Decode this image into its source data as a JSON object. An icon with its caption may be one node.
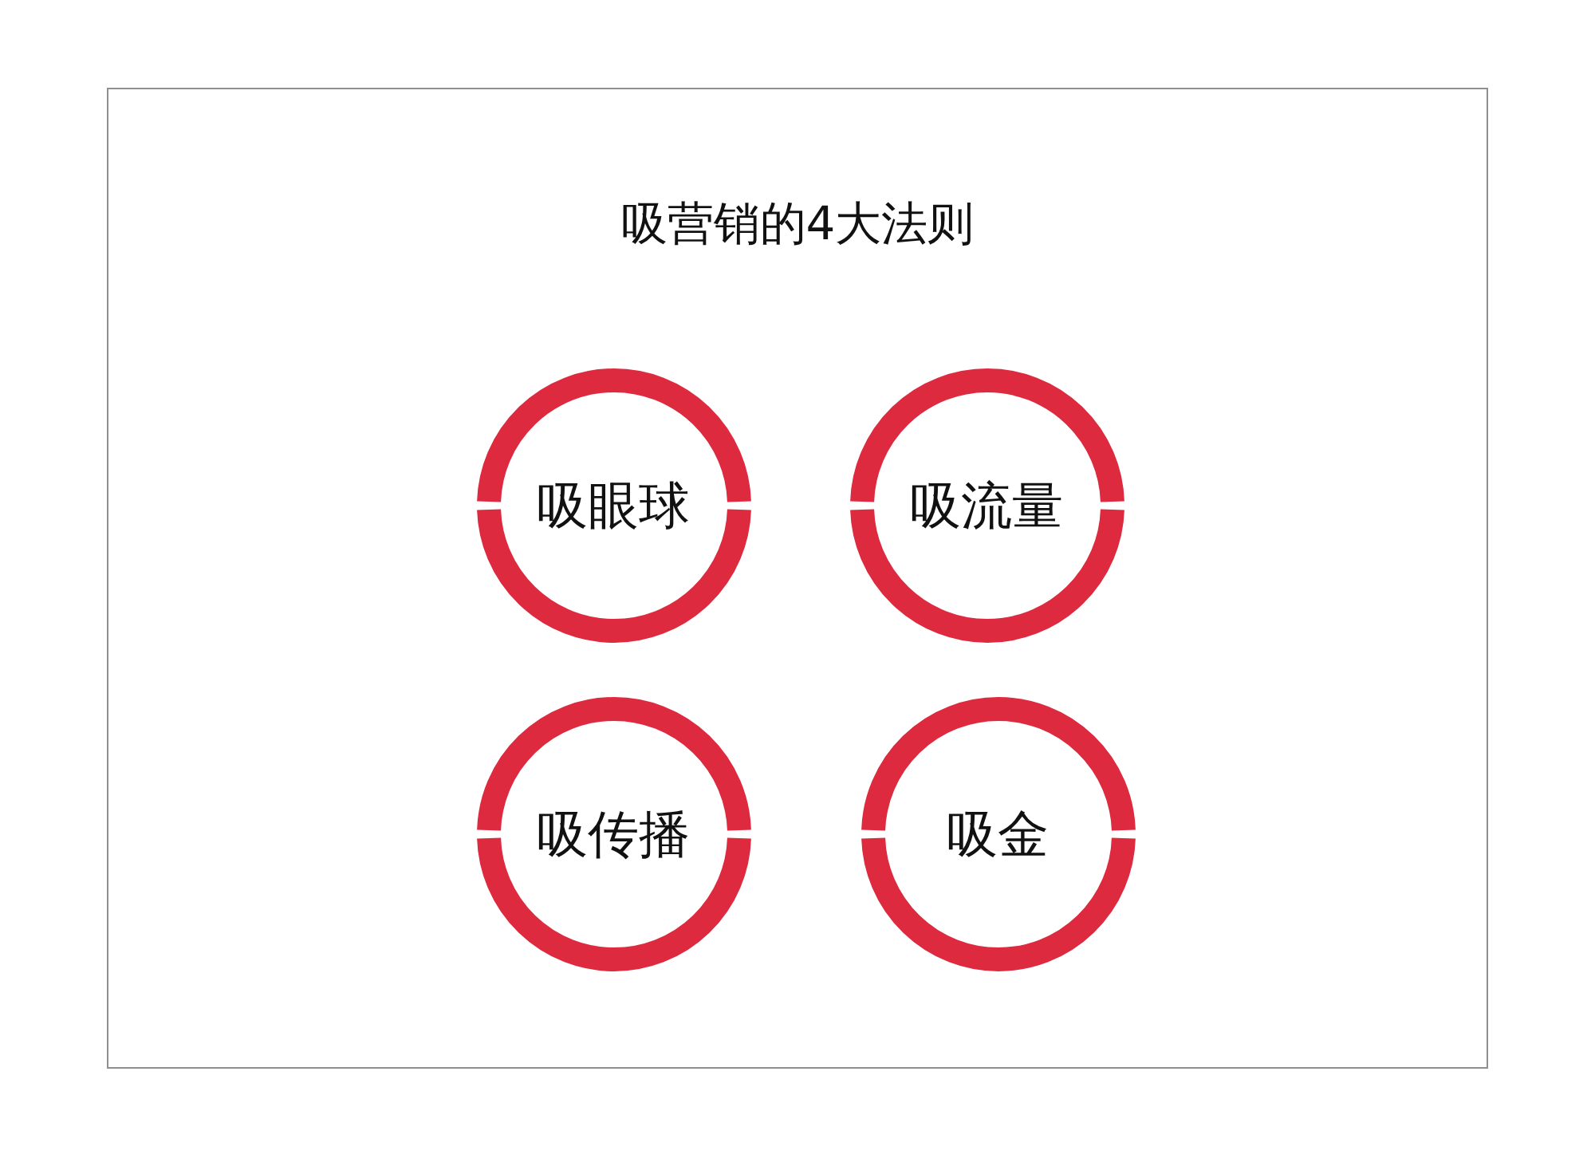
{
  "diagram": {
    "title": "吸营销的4大法则",
    "nodes": [
      {
        "text": [
          "吸眼球"
        ]
      },
      {
        "text": [
          "吸流量"
        ]
      },
      {
        "text": [
          "吸传播"
        ]
      },
      {
        "text": [
          "吸金"
        ]
      }
    ]
  }
}
